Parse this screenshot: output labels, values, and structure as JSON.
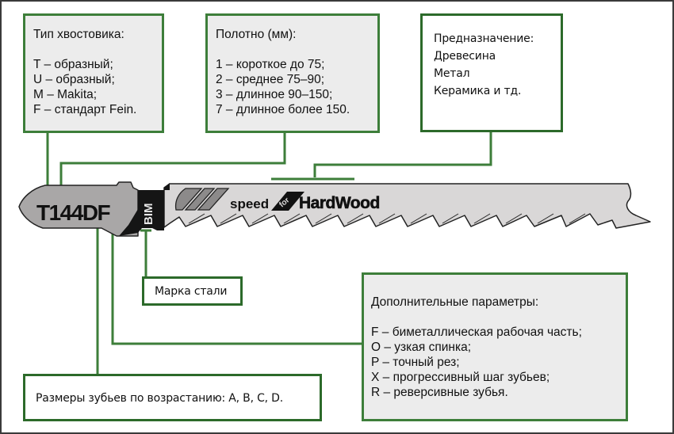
{
  "diagram": {
    "blade_code": "T144DF",
    "steel_mark": "BIM",
    "blade_print_left": "speed",
    "blade_print_mid": "for",
    "blade_print_right": "HardWood"
  },
  "boxes": {
    "shank": {
      "title": "Тип хвостовика:",
      "items": [
        "T – образный;",
        "U – образный;",
        "M – Makita;",
        "F – стандарт Fein."
      ]
    },
    "length": {
      "title": "Полотно (мм):",
      "items": [
        "1 – короткое до 75;",
        "2 – среднее 75–90;",
        "3 – длинное 90–150;",
        "7 – длинное более 150."
      ]
    },
    "purpose": {
      "title": "Предназначение:",
      "items": [
        "Древесина",
        "Метал",
        "Керамика и тд."
      ]
    },
    "steel": {
      "label": "Марка стали"
    },
    "extra": {
      "title": "Дополнительные параметры:",
      "items": [
        "F – биметаллическая рабочая часть;",
        "O – узкая спинка;",
        "P – точный рез;",
        "X – прогрессивный шаг зубьев;",
        "R – реверсивные зубья."
      ]
    },
    "teeth": {
      "label": "Размеры зубьев по возрастанию:  A, B, C, D."
    }
  },
  "colors": {
    "connector": "#3d7e3a",
    "box_fill": "#ececec",
    "blade_fill": "#d9d7d7",
    "shank_fill": "#a9a7a7"
  }
}
